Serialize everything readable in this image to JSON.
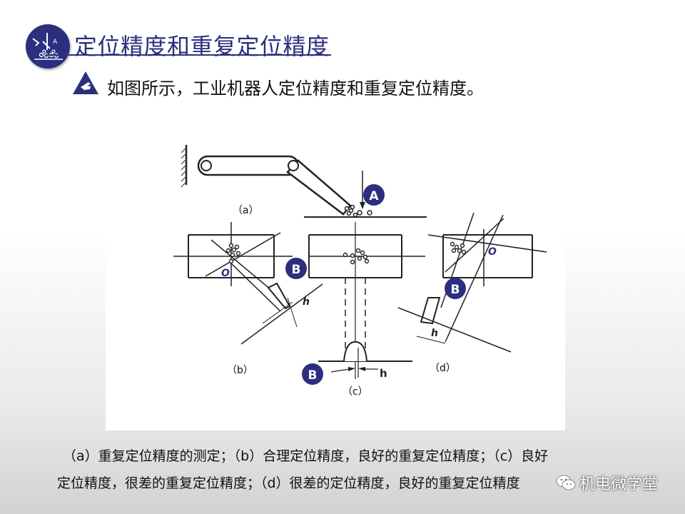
{
  "header": {
    "title": "定位精度和重复定位精度",
    "logo_text": "A"
  },
  "bullet": {
    "text": "如图所示，工业机器人定位精度和重复定位精度。"
  },
  "figure": {
    "labels": {
      "a": "（a）",
      "b": "（b）",
      "c": "（c）",
      "d": "（d）",
      "A": "A",
      "B": "B",
      "O": "O",
      "h": "h"
    }
  },
  "caption": {
    "line1": "（a）重复定位精度的测定；（b）合理定位精度，良好的重复定位精度；（c）良好",
    "line2": "定位精度，很差的重复定位精度；（d）很差的定位精度，良好的重复定位精度"
  },
  "watermark": {
    "text": "机电微学堂"
  },
  "colors": {
    "brand": "#2b2f7e",
    "text": "#111111"
  }
}
